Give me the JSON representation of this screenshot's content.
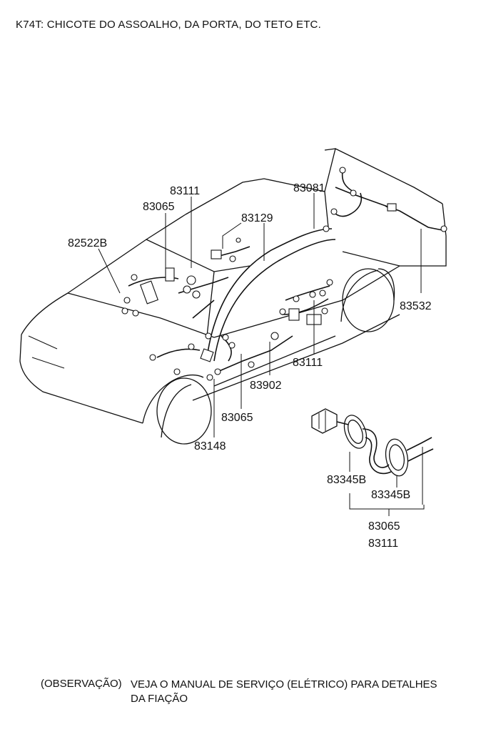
{
  "title": "K74T: CHICOTE DO ASSOALHO, DA PORTA, DO TETO ETC.",
  "parts": {
    "p83111_top": "83111",
    "p83065_top": "83065",
    "p82522B": "82522B",
    "p83129": "83129",
    "p83081": "83081",
    "p83532": "83532",
    "p83111_mid": "83111",
    "p83902": "83902",
    "p83065_bottom": "83065",
    "p83148": "83148",
    "p83345B_left": "83345B",
    "p83345B_right": "83345B",
    "p83065_detail": "83065",
    "p83111_detail": "83111"
  },
  "note": {
    "label": "(OBSERVAÇÃO)",
    "line1": "VEJA O MANUAL DE SERVIÇO (ELÉTRICO) PARA DETALHES",
    "line2": "DA FIAÇÃO"
  }
}
